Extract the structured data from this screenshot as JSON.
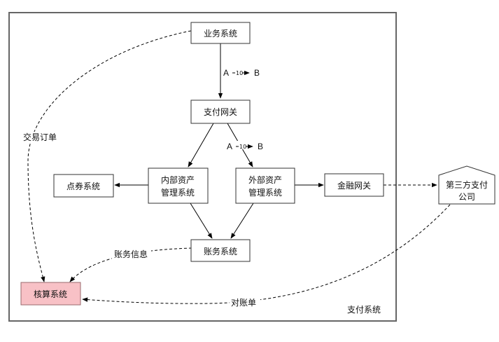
{
  "diagram": {
    "container": {
      "label": "支付系统"
    },
    "nodes": {
      "business": {
        "label": "业务系统"
      },
      "gateway": {
        "label": "支付网关"
      },
      "internal_asset": {
        "line1": "内部资产",
        "line2": "管理系统"
      },
      "external_asset": {
        "line1": "外部资产",
        "line2": "管理系统"
      },
      "coupon": {
        "label": "点券系统"
      },
      "finance_gateway": {
        "label": "金融网关"
      },
      "third_party": {
        "line1": "第三方支付",
        "line2": "公司"
      },
      "accounting": {
        "label": "账务系统"
      },
      "settlement": {
        "label": "核算系统"
      }
    },
    "edge_labels": {
      "transfer_1": {
        "from": "A",
        "amount": "10",
        "to": "B"
      },
      "transfer_2": {
        "from": "A",
        "amount": "10",
        "to": "B"
      },
      "trade_order": "交易订单",
      "account_info": "账务信息",
      "reconciliation": "对账单"
    },
    "colors": {
      "highlight_fill": "#f8c1c6",
      "highlight_stroke": "#9a6a6e"
    }
  }
}
